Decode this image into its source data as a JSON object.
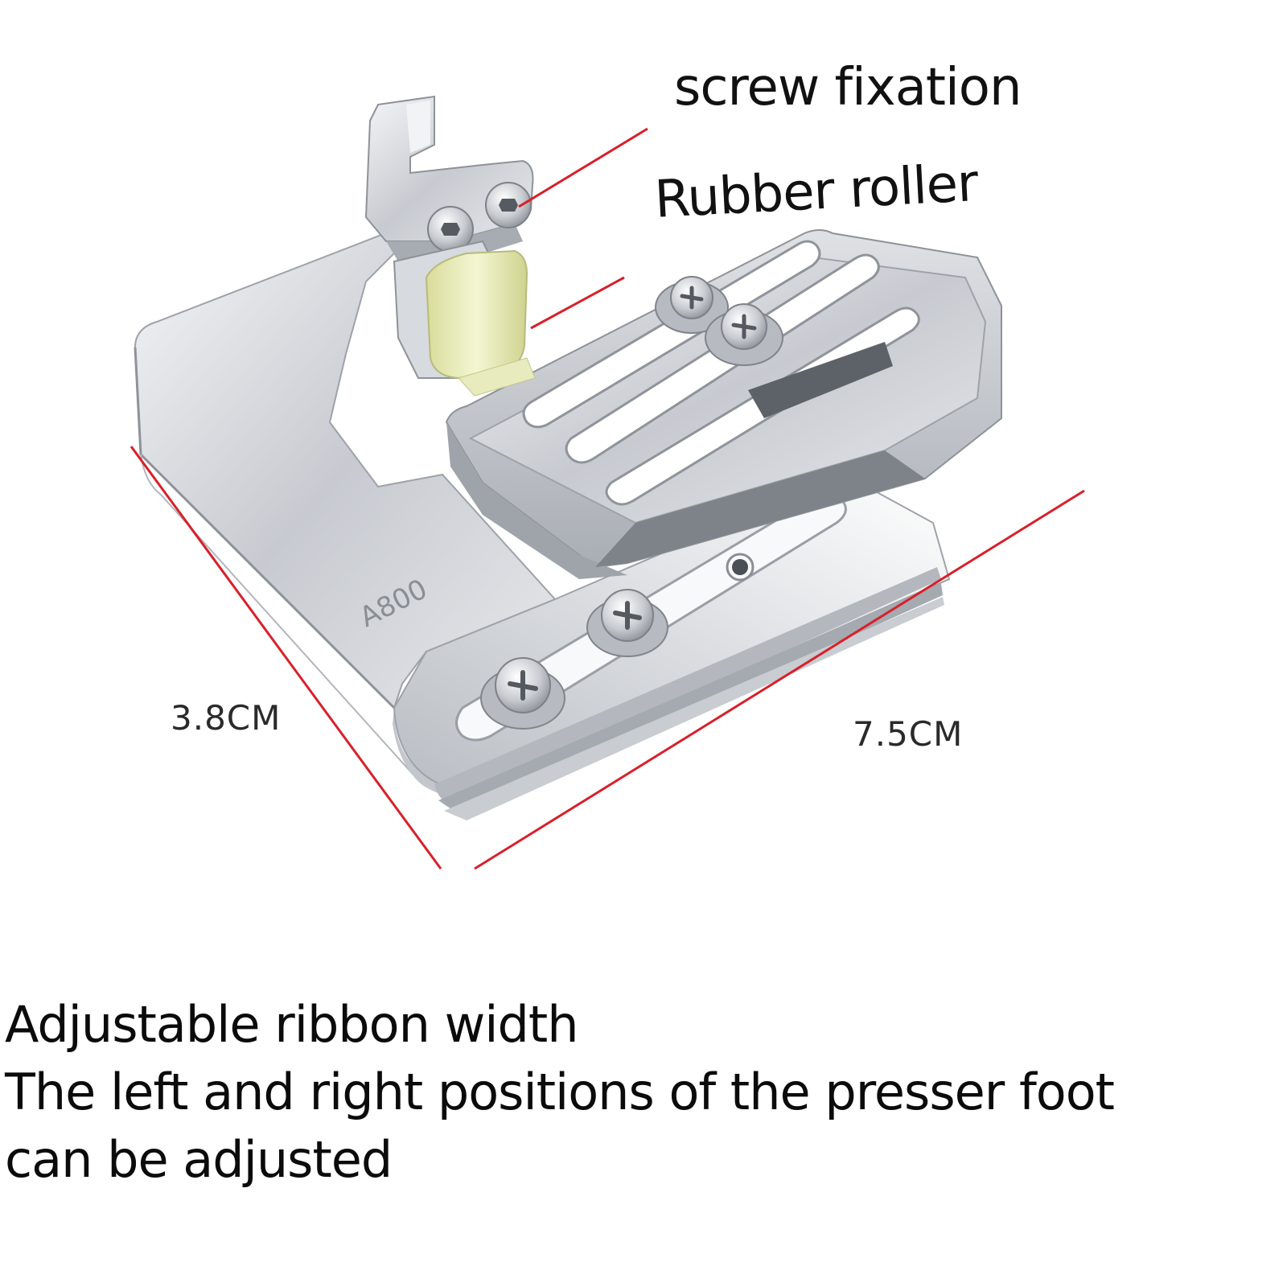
{
  "callouts": {
    "screw_fixation": "screw fixation",
    "rubber_roller": "Rubber roller"
  },
  "dimensions": {
    "width": "3.8CM",
    "length": "7.5CM"
  },
  "engraving": "A800",
  "caption": {
    "line1": "Adjustable ribbon width",
    "line2": "The left and right positions of the presser foot",
    "line3": "can be adjusted"
  },
  "colors": {
    "leader_line": "#d8202a",
    "dimension_line": "#d8202a",
    "roller": "#eef0c4",
    "metal": "#c9ccd1"
  }
}
